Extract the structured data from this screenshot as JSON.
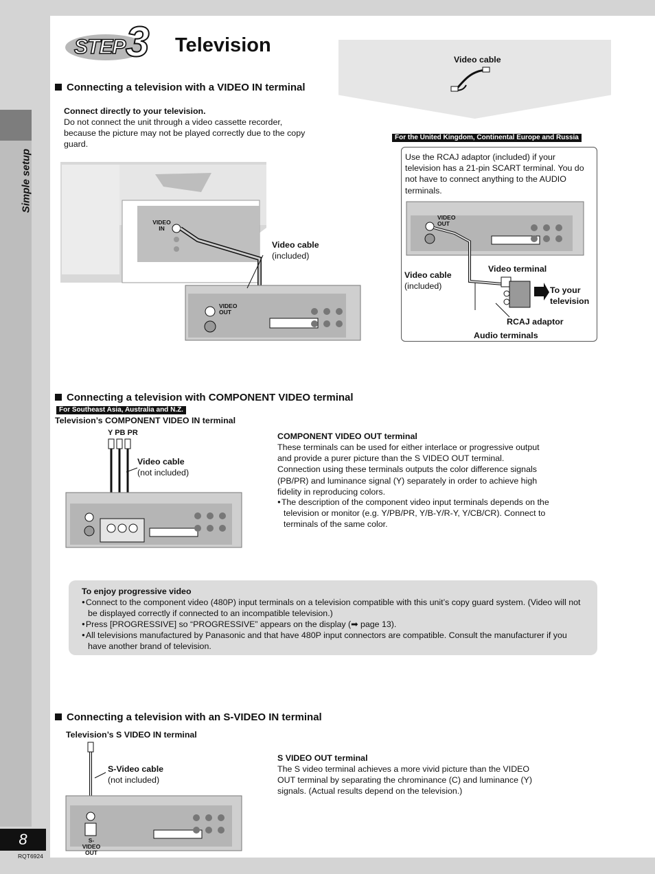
{
  "page": {
    "side_label": "Simple setup",
    "page_number": "8",
    "doc_code": "RQT6924",
    "step_word": "STEP",
    "step_number": "3",
    "title": "Television"
  },
  "video_cable_header": "Video cable",
  "section1": {
    "heading": "Connecting a television with a VIDEO IN terminal",
    "subhead": "Connect directly to your television.",
    "body": "Do not connect the unit through a video cassette recorder, because the picture may not be played correctly due to the copy guard.",
    "tv_label": "VIDEO IN",
    "unit_label": "VIDEO OUT",
    "cable_label": "Video cable",
    "cable_note": "(included)"
  },
  "uk_panel": {
    "tag": "For the United Kingdom, Continental Europe and Russia",
    "body": "Use the RCAJ adaptor (included) if your television has a 21-pin SCART terminal. You do not have to connect anything to the AUDIO terminals.",
    "unit_label": "VIDEO OUT",
    "video_cable": "Video cable",
    "video_cable_note": "(included)",
    "video_terminal": "Video terminal",
    "to_tv_1": "To your",
    "to_tv_2": "television",
    "rcaj": "RCAJ adaptor",
    "audio_terminals": "Audio terminals"
  },
  "section2": {
    "heading": "Connecting a television with COMPONENT VIDEO terminal",
    "tag": "For Southeast Asia, Australia and N.Z.",
    "tv_terminal": "Television’s COMPONENT VIDEO IN terminal",
    "plugs": "Y PB PR",
    "cable_label": "Video cable",
    "cable_note": "(not included)",
    "out_heading": "COMPONENT VIDEO OUT terminal",
    "out_body": "These terminals can be used for either interlace or progressive output and provide a purer picture than the S VIDEO OUT terminal. Connection using these terminals outputs the color difference signals (PB/PR) and luminance signal (Y) separately in order to achieve high fidelity in reproducing colors.",
    "out_bullet": "The description of the component video input terminals depends on the television or monitor (e.g. Y/PB/PR, Y/B-Y/R-Y, Y/CB/CR). Connect to terminals of the same color."
  },
  "progressive": {
    "heading": "To enjoy progressive video",
    "bullets": [
      "Connect to the component video (480P) input terminals on a television compatible with this unit’s copy guard system. (Video will not be displayed correctly if connected to an incompatible television.)",
      "Press [PROGRESSIVE] so “PROGRESSIVE” appears on the display (➡ page 13).",
      "All televisions manufactured by Panasonic and that have 480P input connectors are compatible. Consult the manufacturer if you have another brand of television."
    ]
  },
  "section3": {
    "heading": "Connecting a television with an S-VIDEO IN terminal",
    "tv_terminal": "Television’s S VIDEO IN terminal",
    "cable_label": "S-Video cable",
    "cable_note": "(not included)",
    "unit_label": "S-VIDEO OUT",
    "out_heading": "S VIDEO OUT terminal",
    "out_body": "The S video terminal achieves a more vivid picture than the VIDEO OUT terminal by separating the chrominance (C) and luminance (Y) signals. (Actual results depend on the television.)"
  },
  "colors": {
    "page_bg": "#d4d4d4",
    "tag_bg": "#111111",
    "panel_grey": "#dcdcdc"
  }
}
